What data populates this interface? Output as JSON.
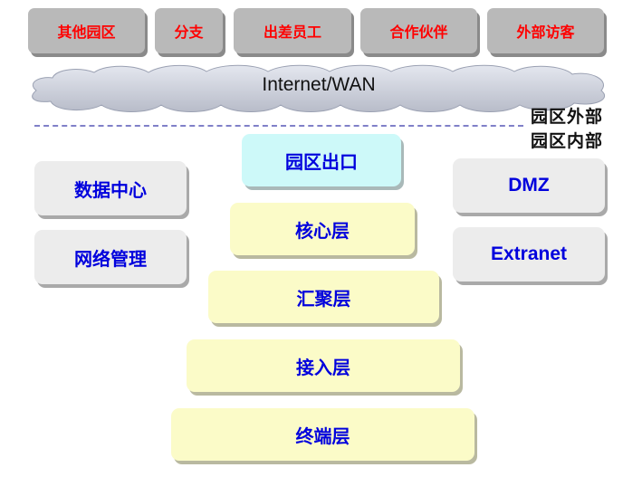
{
  "external_row": [
    {
      "label": "其他园区"
    },
    {
      "label": "分支"
    },
    {
      "label": "出差员工"
    },
    {
      "label": "合作伙伴"
    },
    {
      "label": "外部访客"
    }
  ],
  "cloud": {
    "label": "Internet/WAN"
  },
  "boundary": {
    "outside_label": "园区外部",
    "inside_label": "园区内部"
  },
  "left_boxes": {
    "data_center": "数据中心",
    "network_mgmt": "网络管理"
  },
  "right_boxes": {
    "dmz": "DMZ",
    "extranet": "Extranet"
  },
  "stack": {
    "exit": "园区出口",
    "core": "核心层",
    "aggregation": "汇聚层",
    "access": "接入层",
    "terminal": "终端层"
  },
  "colors": {
    "external_text": "#ff0000",
    "inner_text": "#0000dd",
    "exit_fill": "#cdf9f9",
    "layer_fill": "#fbfbc8",
    "side_fill": "#ececec"
  }
}
